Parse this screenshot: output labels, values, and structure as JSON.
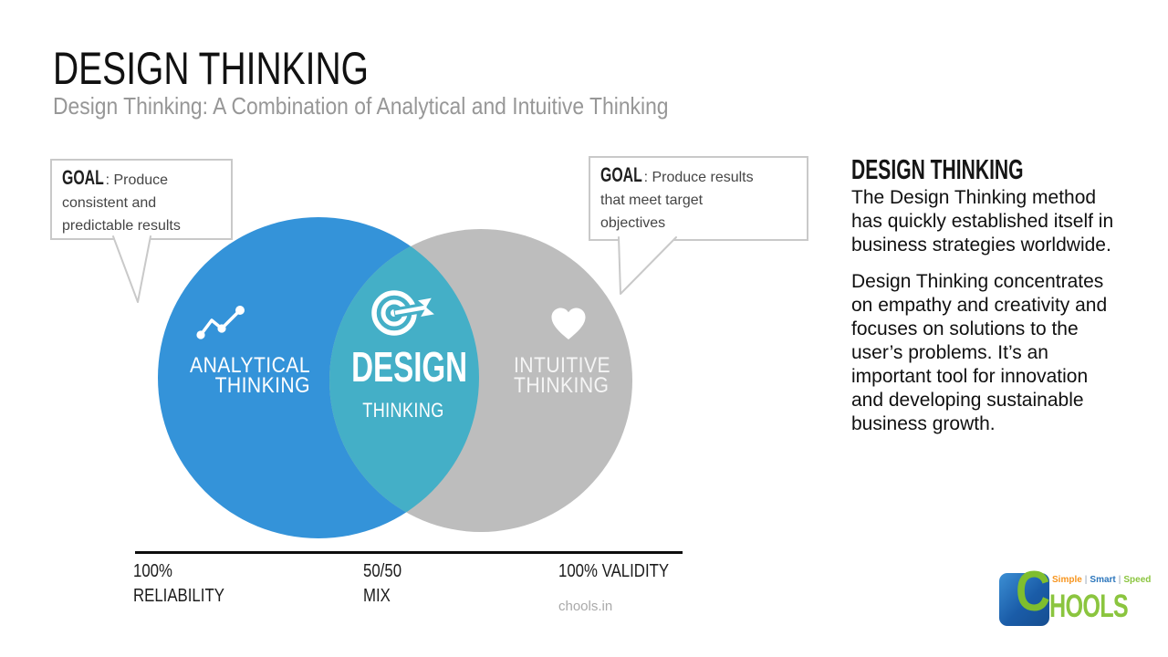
{
  "page": {
    "title": "DESIGN THINKING",
    "subtitle": "Design Thinking: A Combination of Analytical and Intuitive Thinking"
  },
  "callouts": {
    "left": {
      "label": "GOAL",
      "text": ": Produce\nconsistent and\npredictable results"
    },
    "right": {
      "label": "GOAL",
      "text": ": Produce results\nthat meet target\nobjectives"
    }
  },
  "venn": {
    "left": {
      "title_line1": "ANALYTICAL",
      "title_line2": "THINKING",
      "color": "#3493d9",
      "icon": "line-chart-icon"
    },
    "center": {
      "title_line1": "DESIGN",
      "title_line2": "THINKING",
      "color": "#44afc7",
      "icon": "target-arrow-icon"
    },
    "right": {
      "title_line1": "INTUITIVE",
      "title_line2": "THINKING",
      "color": "#bdbdbd",
      "icon": "heart-icon"
    }
  },
  "axis": {
    "labels": [
      {
        "line1": "100%",
        "line2": "RELIABILITY"
      },
      {
        "line1": "50/50",
        "line2": "MIX"
      },
      {
        "line1": "100% VALIDITY",
        "line2": ""
      }
    ],
    "watermark": "chools.in"
  },
  "sidebar": {
    "heading": "DESIGN THINKING",
    "paragraphs": [
      "The Design Thinking method has quickly established itself in business strategies worldwide.",
      "Design Thinking concentrates on empathy and creativity and focuses on solutions to the user’s problems. It’s an important tool for innovation and developing sustainable business growth."
    ]
  },
  "logo": {
    "letter": "C",
    "name_rest": "HOOLS",
    "tagline": {
      "word1": "Simple",
      "sep1": "|",
      "word2": "Smart",
      "sep2": "|",
      "word3": "Speed"
    },
    "colors": {
      "badge_blue": "#1a5ca8",
      "green": "#8bc53f",
      "orange": "#f7941d",
      "blue": "#2c76bc"
    }
  }
}
